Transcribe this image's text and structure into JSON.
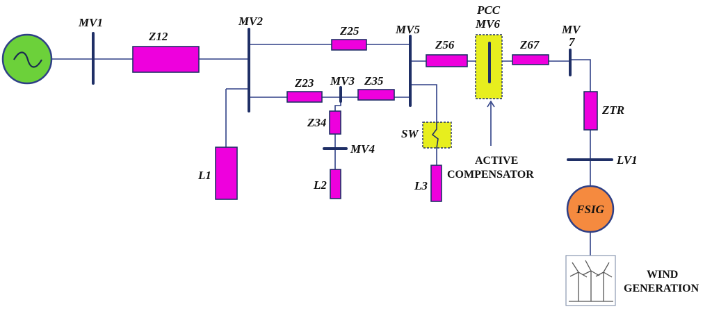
{
  "labels": {
    "mv1": "MV1",
    "mv2": "MV2",
    "mv3": "MV3",
    "mv4": "MV4",
    "mv5": "MV5",
    "pcc": "PCC",
    "mv6": "MV6",
    "mv7_line1": "MV",
    "mv7_line2": "7",
    "lv1": "LV1",
    "z12": "Z12",
    "z25": "Z25",
    "z23": "Z23",
    "z35": "Z35",
    "z34": "Z34",
    "z56": "Z56",
    "z67": "Z67",
    "ztr": "ZTR",
    "l1": "L1",
    "l2": "L2",
    "l3": "L3",
    "sw": "SW",
    "fsig": "FSIG"
  },
  "captions": {
    "active_line1": "ACTIVE",
    "active_line2": "COMPENSATOR",
    "wind_line1": "WIND",
    "wind_line2": "GENERATION"
  },
  "colors": {
    "wire": "#2e3f86",
    "impedance_fill": "#ee00dd",
    "grid_source": "#6cd13a",
    "switch_box": "#e7ee1e",
    "generator": "#f58a3f"
  },
  "icons": {
    "grid_source": "ac-source-icon",
    "generator": "induction-generator-icon",
    "wind": "wind-turbines-icon"
  }
}
